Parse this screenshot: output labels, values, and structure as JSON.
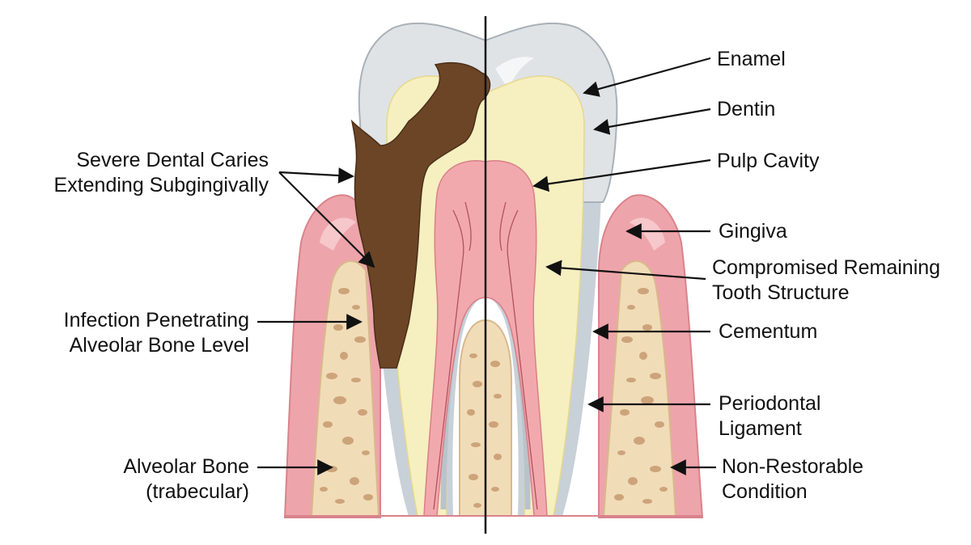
{
  "labels": {
    "enamel": "Enamel",
    "dentin": "Dentin",
    "pulp_cavity": "Pulp Cavity",
    "gingiva": "Gingiva",
    "compromised": [
      "Compromised Remaining",
      "Tooth Structure"
    ],
    "cementum": "Cementum",
    "periodontal": [
      "Periodontal",
      "Ligament"
    ],
    "non_restorable": [
      "Non-Restorable",
      "Condition"
    ],
    "caries": [
      "Severe Dental Caries",
      "Extending Subgingivally"
    ],
    "infection": [
      "Infection Penetrating",
      "Alveolar Bone Level"
    ],
    "alveolar_bone": [
      "Alveolar Bone",
      "(trabecular)"
    ]
  },
  "colors": {
    "enamel": "#dfe3e6",
    "dentin": "#f6efc0",
    "pulp": "#f2a9ae",
    "gingiva": "#eea4ab",
    "bone": "#f1dcb8",
    "bone_spots": "#cda47a",
    "caries": "#6b4526",
    "cementum": "#b9c3cc",
    "outline": "#9a7b7b"
  }
}
